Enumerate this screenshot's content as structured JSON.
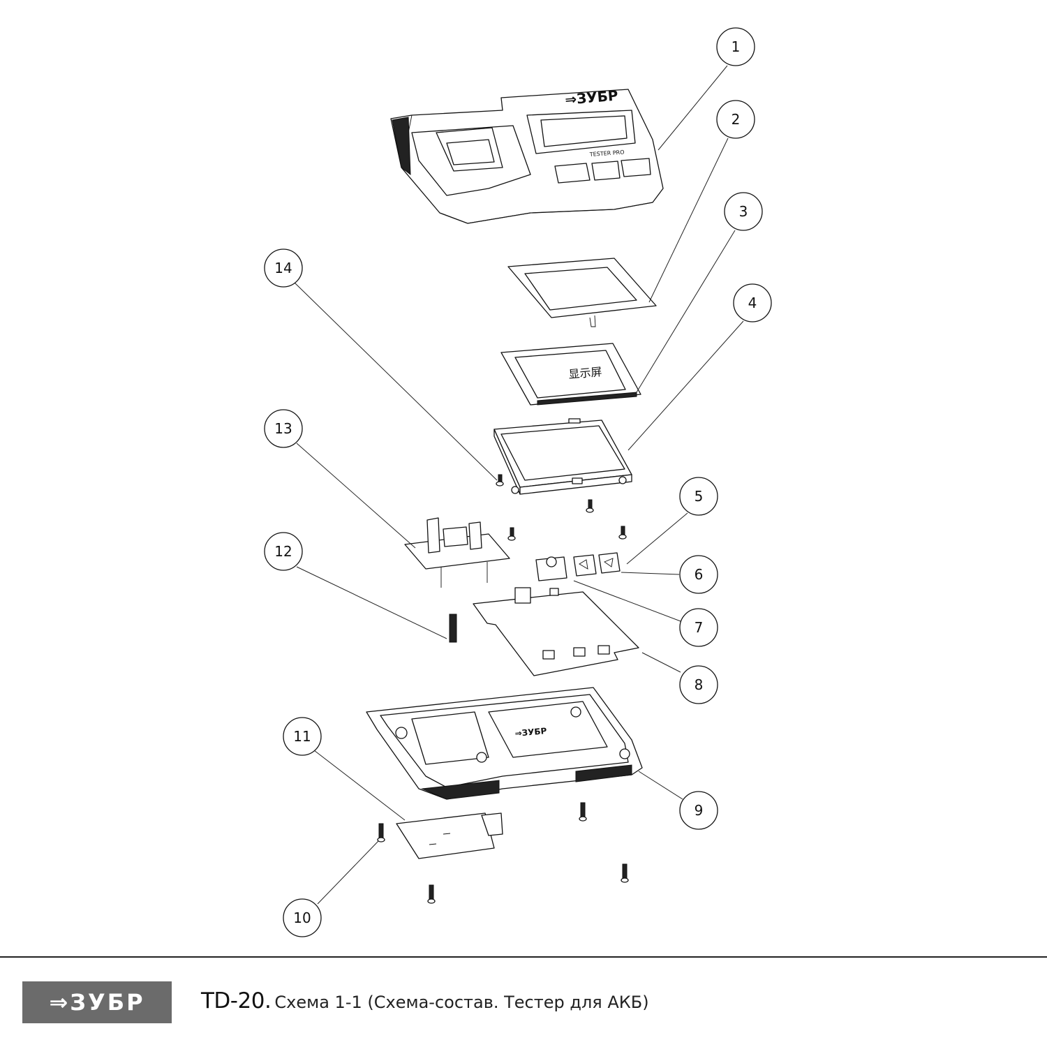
{
  "callouts": [
    {
      "id": "c1",
      "label": "1"
    },
    {
      "id": "c2",
      "label": "2"
    },
    {
      "id": "c3",
      "label": "3"
    },
    {
      "id": "c4",
      "label": "4"
    },
    {
      "id": "c5",
      "label": "5"
    },
    {
      "id": "c6",
      "label": "6"
    },
    {
      "id": "c7",
      "label": "7"
    },
    {
      "id": "c8",
      "label": "8"
    },
    {
      "id": "c9",
      "label": "9"
    },
    {
      "id": "c10",
      "label": "10"
    },
    {
      "id": "c11",
      "label": "11"
    },
    {
      "id": "c12",
      "label": "12"
    },
    {
      "id": "c13",
      "label": "13"
    },
    {
      "id": "c14",
      "label": "14"
    }
  ],
  "part_markings": {
    "top_cover_logo": "⇒ЗУБР",
    "top_cover_text": "TESTER PRO",
    "display_label": "显示屏",
    "base_logo": "⇒ЗУБР"
  },
  "footer": {
    "logo_text": "⇒ЗУБР",
    "model": "TD-20.",
    "description": "Схема 1-1 (Схема-состав. Тестер для АКБ)"
  },
  "colors": {
    "line": "#111111",
    "brand_block": "#6b6b6b",
    "brand_text": "#ffffff"
  }
}
